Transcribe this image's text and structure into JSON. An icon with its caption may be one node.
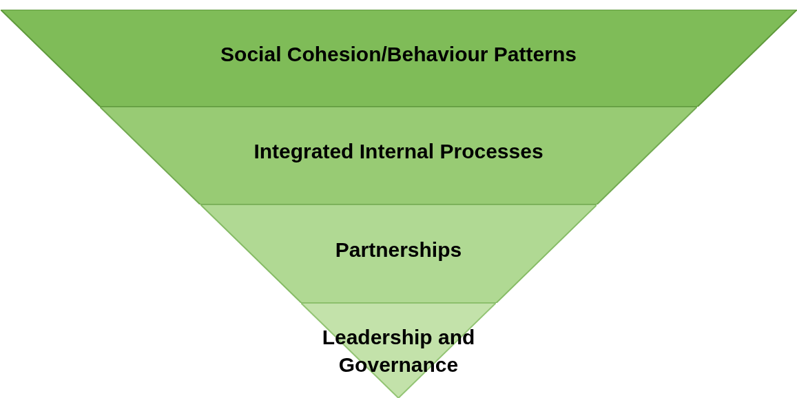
{
  "diagram": {
    "nodes": [
      {
        "text": [
          "Social Cohesion/Behaviour Patterns"
        ]
      },
      {
        "text": [
          "Integrated Internal Processes"
        ]
      },
      {
        "text": [
          "Partnerships"
        ]
      },
      {
        "text": [
          "Leadership and Governance"
        ]
      }
    ]
  }
}
